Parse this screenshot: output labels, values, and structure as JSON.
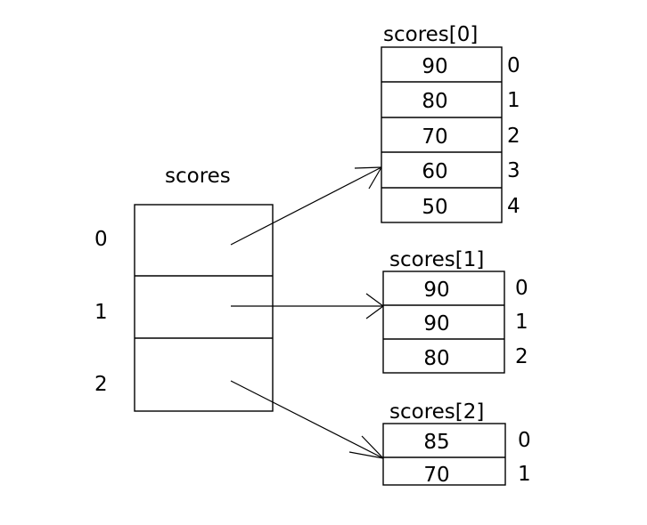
{
  "diagram": {
    "title_main": "scores",
    "main_array": {
      "name": "scores",
      "indices": [
        "0",
        "1",
        "2"
      ],
      "cells": [
        "",
        "",
        ""
      ]
    },
    "sub_arrays": [
      {
        "title": "scores[0]",
        "values": [
          "90",
          "80",
          "70",
          "60",
          "50"
        ],
        "indices": [
          "0",
          "1",
          "2",
          "3",
          "4"
        ]
      },
      {
        "title": "scores[1]",
        "values": [
          "90",
          "90",
          "80"
        ],
        "indices": [
          "0",
          "1",
          "2"
        ]
      },
      {
        "title": "scores[2]",
        "values": [
          "85",
          "70"
        ],
        "indices": [
          "0",
          "1"
        ]
      }
    ],
    "arrows": [
      {
        "name": "arrow-scores-0"
      },
      {
        "name": "arrow-scores-1"
      },
      {
        "name": "arrow-scores-2"
      }
    ],
    "colors": {
      "stroke": "#000000",
      "background": "#ffffff",
      "text": "#000000"
    }
  }
}
